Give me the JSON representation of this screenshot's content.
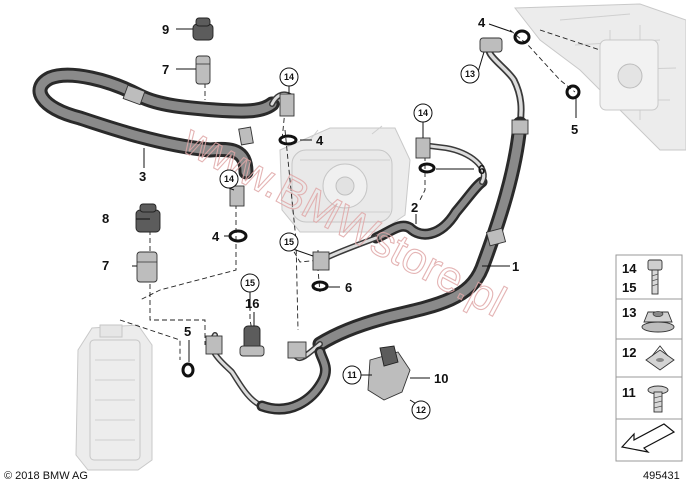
{
  "callouts": {
    "p1": "1",
    "p2": "2",
    "p3": "3",
    "p4a": "4",
    "p4b": "4",
    "p4c": "4",
    "p5a": "5",
    "p5b": "5",
    "p6a": "6",
    "p6b": "6",
    "p7a": "7",
    "p7b": "7",
    "p8": "8",
    "p9": "9",
    "p10": "10",
    "p11": "11",
    "p12": "12",
    "p13": "13",
    "p14a": "14",
    "p14b": "14",
    "p14c": "14",
    "p15": "15",
    "p15b": "15",
    "p16": "16"
  },
  "legend": {
    "row1_a": "14",
    "row1_b": "15",
    "row2": "13",
    "row3": "12",
    "row4": "11"
  },
  "watermark": "www.BMWstore.pl",
  "copyright": "© 2018 BMW AG",
  "diagram_number": "495431"
}
